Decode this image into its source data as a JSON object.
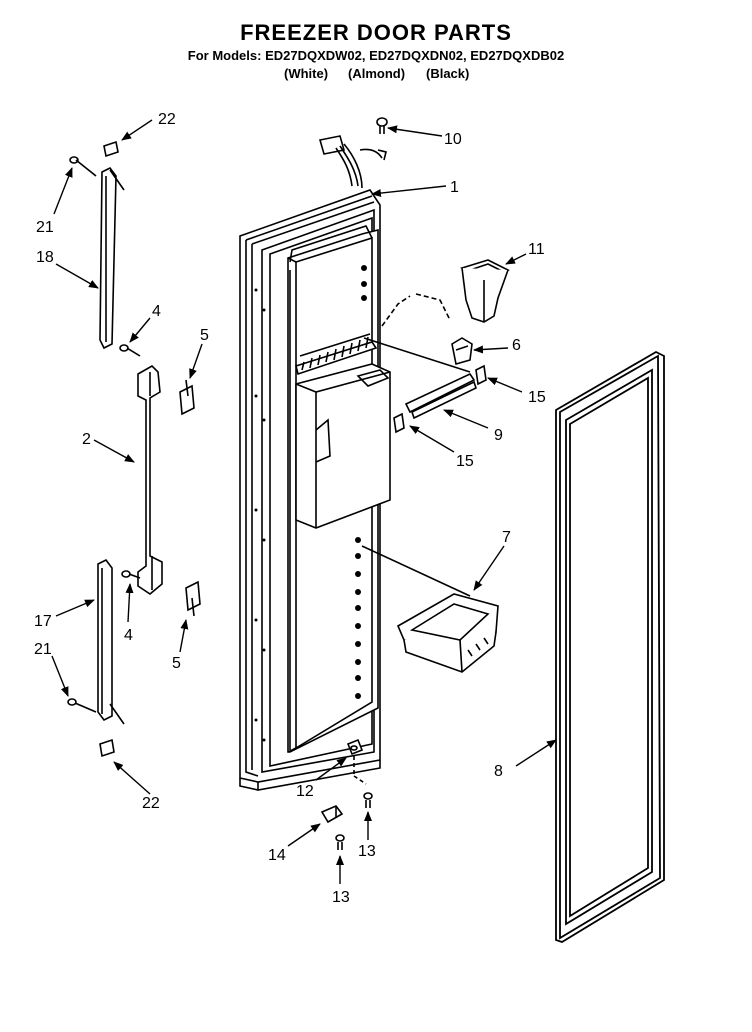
{
  "header": {
    "title": "FREEZER DOOR PARTS",
    "models_line": "For Models: ED27DQXDW02, ED27DQXDN02, ED27DQXDB02",
    "finishes": [
      "(White)",
      "(Almond)",
      "(Black)"
    ]
  },
  "callouts": [
    {
      "id": "c1",
      "label": "1"
    },
    {
      "id": "c2",
      "label": "2"
    },
    {
      "id": "c4a",
      "label": "4"
    },
    {
      "id": "c4b",
      "label": "4"
    },
    {
      "id": "c5a",
      "label": "5"
    },
    {
      "id": "c5b",
      "label": "5"
    },
    {
      "id": "c6",
      "label": "6"
    },
    {
      "id": "c7",
      "label": "7"
    },
    {
      "id": "c8",
      "label": "8"
    },
    {
      "id": "c9",
      "label": "9"
    },
    {
      "id": "c10",
      "label": "10"
    },
    {
      "id": "c11",
      "label": "11"
    },
    {
      "id": "c12",
      "label": "12"
    },
    {
      "id": "c13a",
      "label": "13"
    },
    {
      "id": "c13b",
      "label": "13"
    },
    {
      "id": "c14",
      "label": "14"
    },
    {
      "id": "c15a",
      "label": "15"
    },
    {
      "id": "c15b",
      "label": "15"
    },
    {
      "id": "c17",
      "label": "17"
    },
    {
      "id": "c18",
      "label": "18"
    },
    {
      "id": "c21a",
      "label": "21"
    },
    {
      "id": "c21b",
      "label": "21"
    },
    {
      "id": "c22a",
      "label": "22"
    },
    {
      "id": "c22b",
      "label": "22"
    }
  ]
}
